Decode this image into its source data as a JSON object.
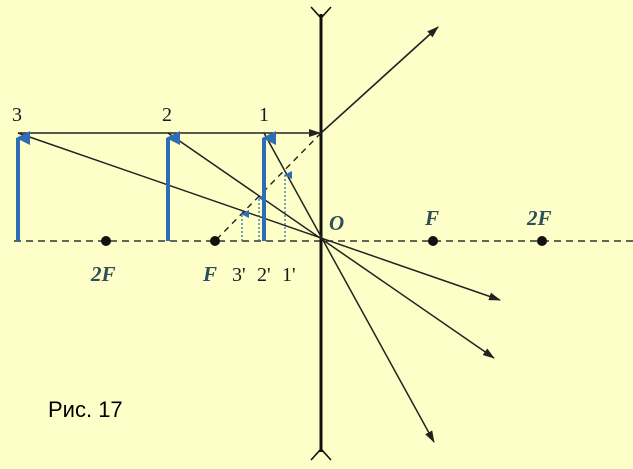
{
  "caption": "Рис. 17",
  "labels": {
    "obj3": "3",
    "obj2": "2",
    "obj1": "1",
    "center": "O",
    "f_right": "F",
    "f2_right": "2F",
    "f2_left": "2F",
    "f_left": "F",
    "img3": "3'",
    "img2": "2'",
    "img1": "1'"
  },
  "colors": {
    "background": "#fefec8",
    "object_arrow": "#2e6db4",
    "ray": "#222222",
    "label_f": "#2e4e5c"
  },
  "lens_type": "diverging",
  "objects": [
    {
      "name": "3",
      "position": "beyond 2F"
    },
    {
      "name": "2",
      "position": "between F and 2F"
    },
    {
      "name": "1",
      "position": "between F and lens"
    }
  ]
}
